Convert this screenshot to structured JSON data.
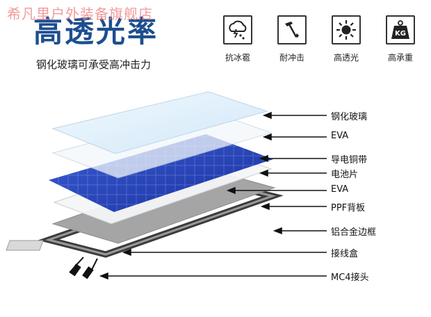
{
  "watermark": "希凡里户外装备旗舰店",
  "headline": "高透光率",
  "subline": "钢化玻璃可承受高冲击力",
  "features": [
    {
      "icon": "hail-cloud-icon",
      "label": "抗冰雹"
    },
    {
      "icon": "hammer-impact-icon",
      "label": "耐冲击"
    },
    {
      "icon": "sun-icon",
      "label": "高透光"
    },
    {
      "icon": "kg-weight-icon",
      "label": "高承重",
      "icon_text": "KG"
    }
  ],
  "layers": [
    {
      "label": "钢化玻璃"
    },
    {
      "label": "EVA"
    },
    {
      "label": "导电铜带"
    },
    {
      "label": "电池片"
    },
    {
      "label": "EVA"
    },
    {
      "label": "PPF背板"
    },
    {
      "label": "铝合金边框"
    },
    {
      "label": "接线盒"
    },
    {
      "label": "MC4接头"
    }
  ],
  "colors": {
    "headline": "#1d4e8f",
    "cell_blue": "#1f3fb0",
    "frame": "#6e6e6e",
    "watermark": "#f08a8a"
  }
}
